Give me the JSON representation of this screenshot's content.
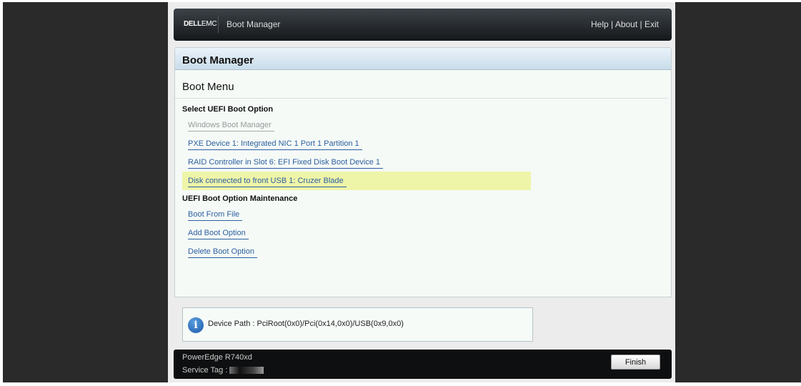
{
  "header": {
    "logo": "DELLEMC",
    "logo_bold": "DELL",
    "logo_rest": "EMC",
    "title": "Boot Manager",
    "links": [
      "Help",
      "About",
      "Exit"
    ]
  },
  "panel": {
    "title": "Boot Manager",
    "menu_title": "Boot Menu"
  },
  "sections": [
    {
      "title": "Select UEFI Boot Option",
      "items": [
        {
          "label": "Windows Boot Manager",
          "state": "disabled"
        },
        {
          "label": "PXE Device 1: Integrated NIC 1 Port 1 Partition 1",
          "state": "normal"
        },
        {
          "label": "RAID Controller in Slot 6: EFI Fixed Disk Boot Device 1",
          "state": "normal"
        },
        {
          "label": "Disk connected to front USB 1: Cruzer Blade",
          "state": "selected"
        }
      ]
    },
    {
      "title": "UEFI Boot Option Maintenance",
      "items": [
        {
          "label": "Boot From File"
        },
        {
          "label": "Add Boot Option"
        },
        {
          "label": "Delete Boot Option"
        }
      ]
    }
  ],
  "info": {
    "icon": "info-icon",
    "text": "Device Path : PciRoot(0x0)/Pci(0x14,0x0)/USB(0x9,0x0)"
  },
  "footer": {
    "model": "PowerEdge R740xd",
    "service_tag_label": "Service Tag :",
    "finish_label": "Finish"
  },
  "colors": {
    "highlight": "#eef5a8",
    "link": "#2d5fa0"
  }
}
